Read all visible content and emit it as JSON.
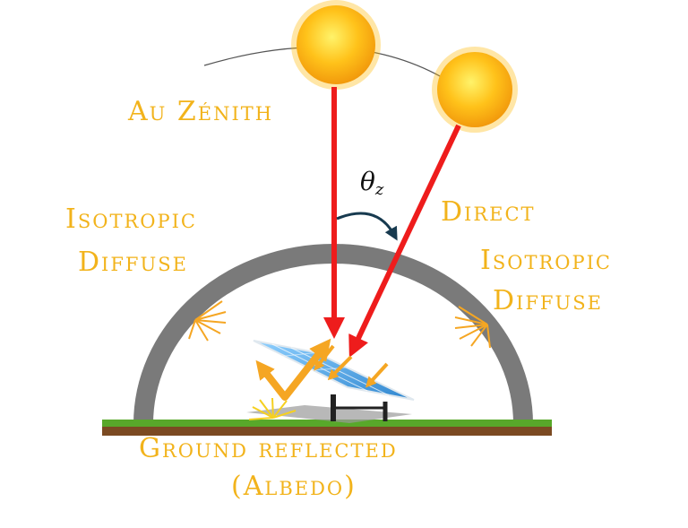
{
  "labels": {
    "zenith": "Au Zénith",
    "direct": "Direct",
    "isotropic_left_1": "Isotropic",
    "isotropic_left_2": "Diffuse",
    "isotropic_right_1": "Isotropic",
    "isotropic_right_2": "Diffuse",
    "ground_1": "Ground reflected",
    "ground_2": "(Albedo)",
    "angle_symbol": "θ",
    "angle_sub": "z"
  },
  "colors": {
    "label": "#f2b31b",
    "beam": "#ee1c1c",
    "dome": "#7a7a7a",
    "sun": "#ffc21a",
    "panel": "#4aa3e0",
    "grass": "#58a82a",
    "soil": "#7b4a22",
    "diffuse_arrow": "#f5a623"
  },
  "icons": {
    "sun": "sun-icon",
    "panel": "solar-panel-icon"
  }
}
